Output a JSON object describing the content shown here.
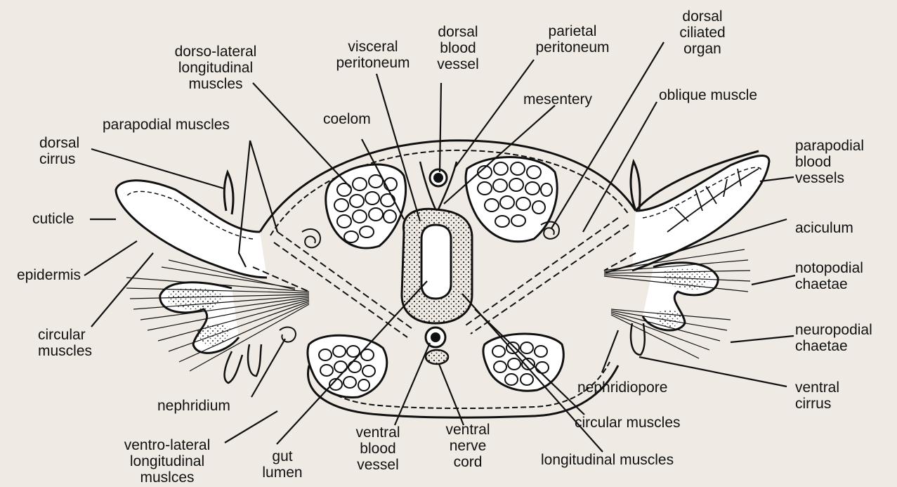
{
  "labels": {
    "dorso_lateral": "dorso-lateral\nlongitudinal\nmuscles",
    "visceral_peritoneum": "visceral\nperitoneum",
    "dorsal_blood_vessel": "dorsal\nblood\nvessel",
    "parietal_peritoneum": "parietal\nperitoneum",
    "dorsal_ciliated_organ": "dorsal\nciliated\norgan",
    "mesentery": "mesentery",
    "oblique_muscle": "oblique muscle",
    "coelom": "coelom",
    "parapodial_muscles": "parapodial muscles",
    "dorsal_cirrus": "dorsal\ncirrus",
    "parapodial_blood_vessels": "parapodial\nblood\nvessels",
    "cuticle": "cuticle",
    "aciculum": "aciculum",
    "epidermis": "epidermis",
    "notopodial_chaetae": "notopodial\nchaetae",
    "circular_muscles_left": "circular\nmuscles",
    "neuropodial_chaetae": "neuropodial\nchaetae",
    "nephridiopore": "nephridiopore",
    "ventral_cirrus": "ventral\ncirrus",
    "nephridium": "nephridium",
    "circular_muscles_right": "circular muscles",
    "ventro_lateral": "ventro-lateral\nlongitudinal\nmuslces",
    "gut_lumen": "gut\nlumen",
    "ventral_blood_vessel": "ventral\nblood\nvessel",
    "ventral_nerve_cord": "ventral\nnerve\ncord",
    "longitudinal_muscles": "longitudinal muscles"
  },
  "colors": {
    "background": "#efeae3",
    "ink": "#111111"
  }
}
